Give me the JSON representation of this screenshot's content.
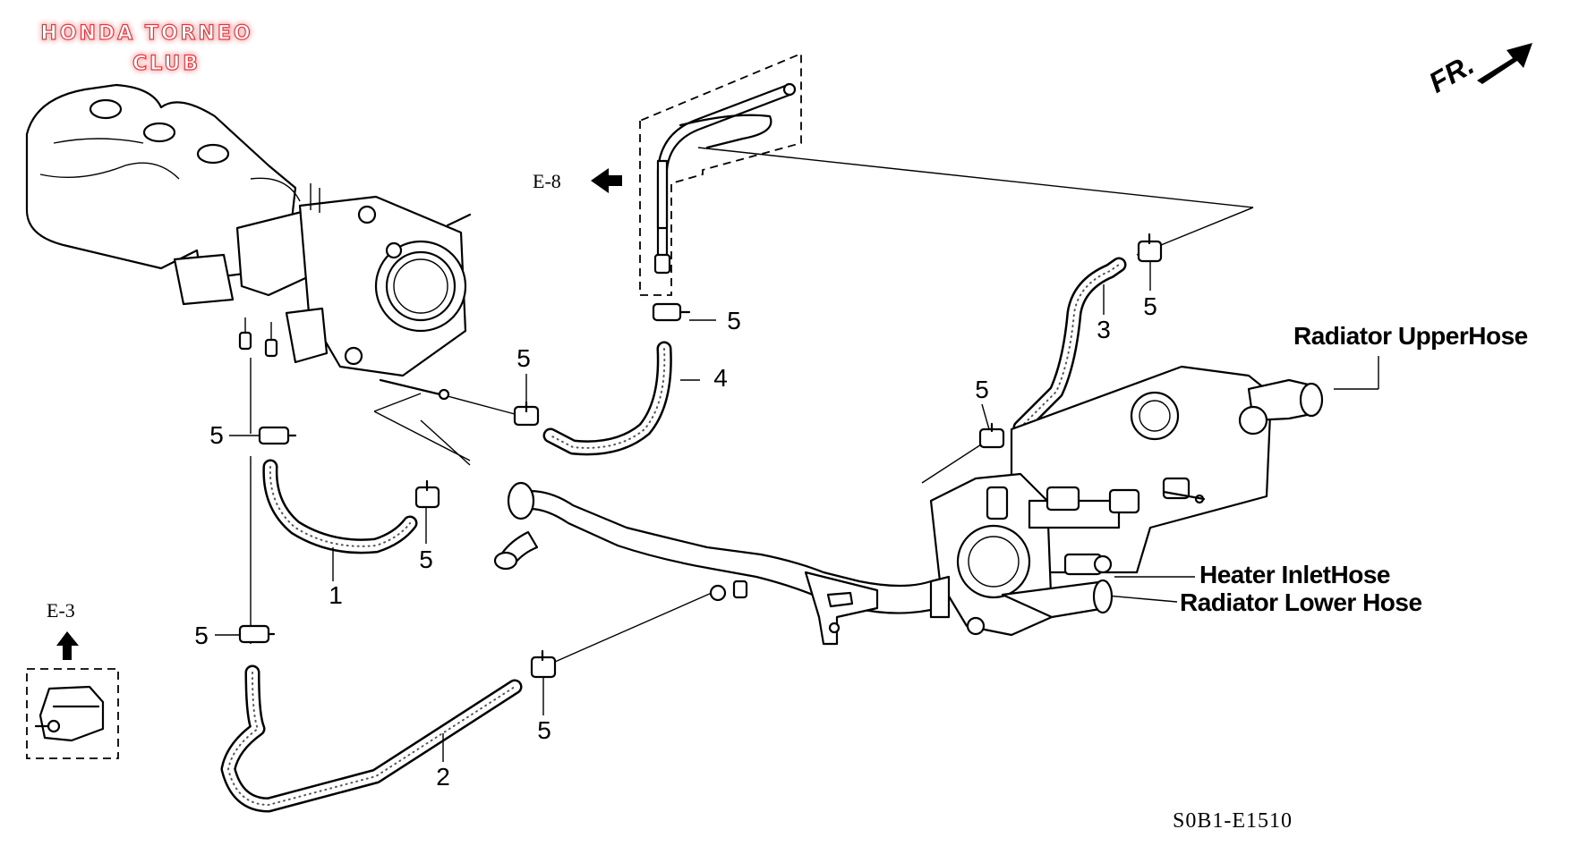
{
  "watermark": {
    "line1": "HONDA TORNEO",
    "line2": "CLUB",
    "glow_color": "#e8323a"
  },
  "direction": {
    "label": "FR."
  },
  "section_refs": {
    "e8": "E-8",
    "e3": "E-3"
  },
  "diagram_code": "S0B1-E1510",
  "labels": {
    "radiator_upper_hose": "Radiator UpperHose",
    "heater_inlet_hose": "Heater InletHose",
    "radiator_lower_hose": "Radiator Lower Hose"
  },
  "callouts": {
    "part1": "1",
    "part2": "2",
    "part3": "3",
    "part4": "4",
    "clamp_4": "5",
    "clamp_a": "5",
    "clamp_b": "5",
    "clamp_c": "5",
    "clamp_d": "5",
    "clamp_e": "5",
    "clamp_f": "5",
    "clamp_g": "5"
  },
  "icons": {
    "direction_arrow": "arrow-upright-icon",
    "e8_arrow": "arrow-left-icon",
    "e3_arrow": "arrow-up-icon"
  }
}
